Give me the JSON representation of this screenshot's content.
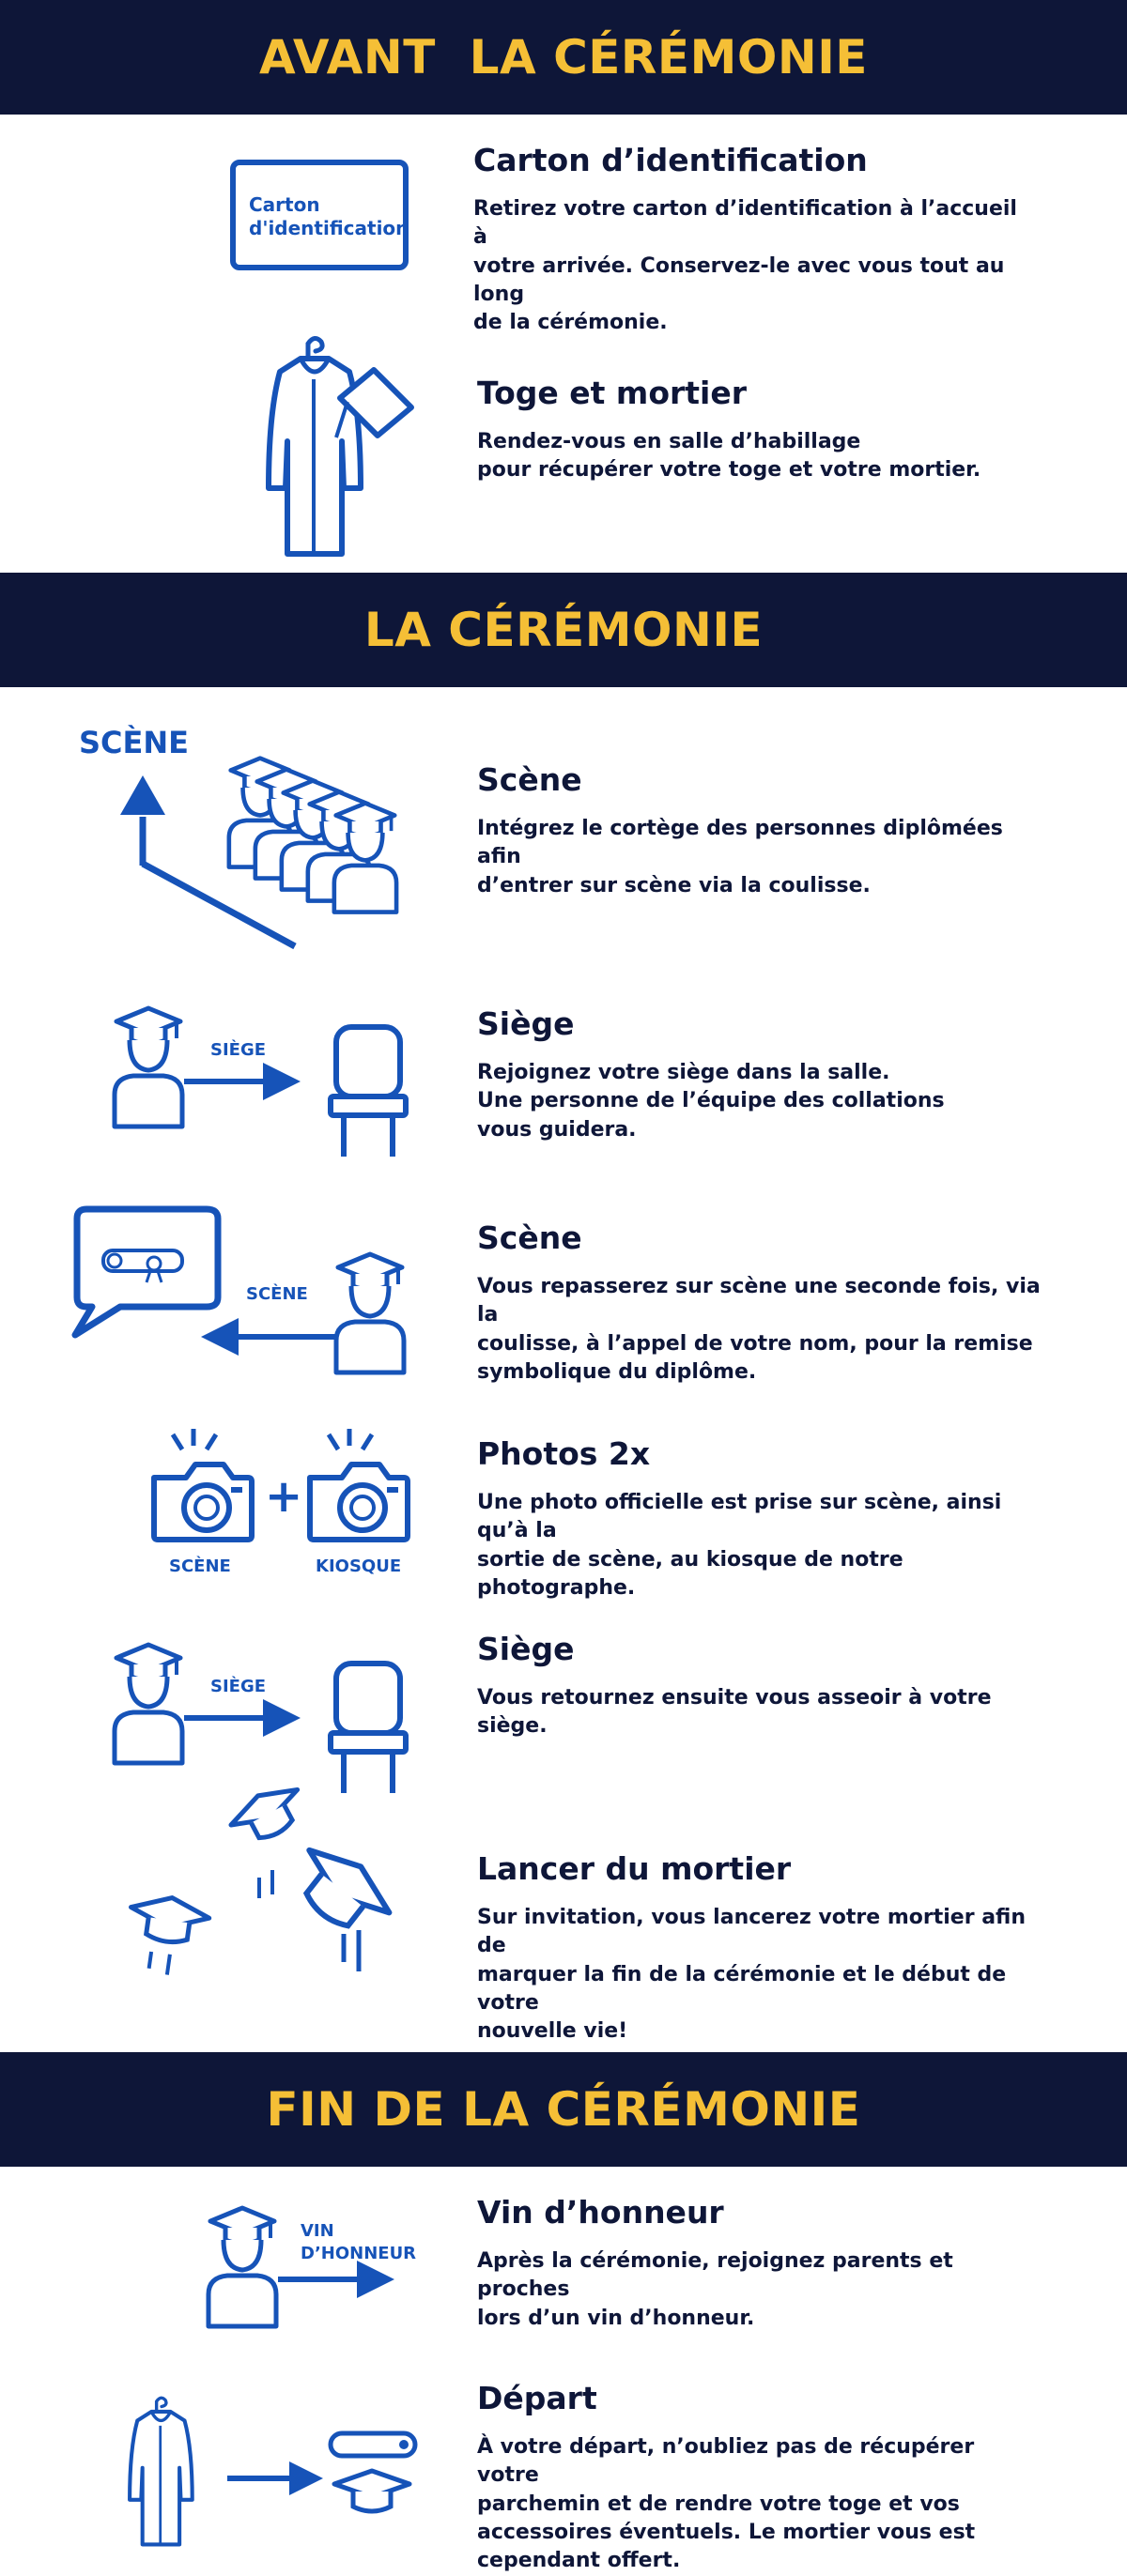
{
  "colors": {
    "navy": "#0e1638",
    "gold": "#f5bf36",
    "blue": "#1653b8",
    "white": "#ffffff"
  },
  "sections": {
    "avant": {
      "title": "AVANT  LA CÉRÉMONIE",
      "carton": {
        "icon": "id-card-icon",
        "card_text": "Carton\nd'identification",
        "heading": "Carton d’identification",
        "body": "Retirez votre carton d’identification à l’accueil à\nvotre arrivée. Conservez-le avec vous tout au long\nde la cérémonie."
      },
      "toge": {
        "icon": "gown-and-cap-icon",
        "heading": "Toge et mortier",
        "body": "Rendez-vous en salle d’habillage\npour récupérer votre toge et votre mortier."
      }
    },
    "ceremonie": {
      "title": "LA CÉRÉMONIE",
      "scene1": {
        "icon": "procession-icon",
        "label": "SCÈNE",
        "heading": "Scène",
        "body": "Intégrez le cortège des personnes diplômées afin\nd’entrer sur scène via la coulisse."
      },
      "siege1": {
        "icon": "graduate-to-seat-icon",
        "label": "SIÈGE",
        "heading": "Siège",
        "body": "Rejoignez votre siège dans la salle.\nUne personne de l’équipe des collations\nvous guidera."
      },
      "scene2": {
        "icon": "diploma-bubble-icon",
        "label": "SCÈNE",
        "heading": "Scène",
        "body": "Vous repasserez sur scène une seconde fois, via la\ncoulisse, à l’appel de votre nom, pour la remise\nsymbolique du diplôme."
      },
      "photos": {
        "icon": "two-cameras-icon",
        "label_left": "SCÈNE",
        "label_right": "KIOSQUE",
        "heading": "Photos 2x",
        "body": "Une photo officielle est prise sur scène, ainsi qu’à la\nsortie de scène, au kiosque de notre photographe."
      },
      "siege2": {
        "icon": "graduate-to-seat-icon",
        "label": "SIÈGE",
        "heading": "Siège",
        "body": "Vous retournez ensuite vous asseoir à votre siège."
      },
      "lancer": {
        "icon": "falling-caps-icon",
        "heading": "Lancer du mortier",
        "body": "Sur invitation, vous lancerez votre mortier afin de\nmarquer la fin de la cérémonie et le début de votre\nnouvelle vie!"
      }
    },
    "fin": {
      "title": "FIN DE LA CÉRÉMONIE",
      "vin": {
        "icon": "graduate-arrow-icon",
        "label_line1": "VIN",
        "label_line2": "D’HONNEUR",
        "heading": "Vin d’honneur",
        "body": "Après la cérémonie, rejoignez parents et proches\nlors d’un vin d’honneur."
      },
      "depart": {
        "icon": "return-gown-icon",
        "heading": "Départ",
        "body": "À votre départ, n’oubliez pas de récupérer votre\nparchemin et de rendre votre toge et vos\naccessoires éventuels. Le mortier vous est\ncependant offert."
      }
    }
  }
}
